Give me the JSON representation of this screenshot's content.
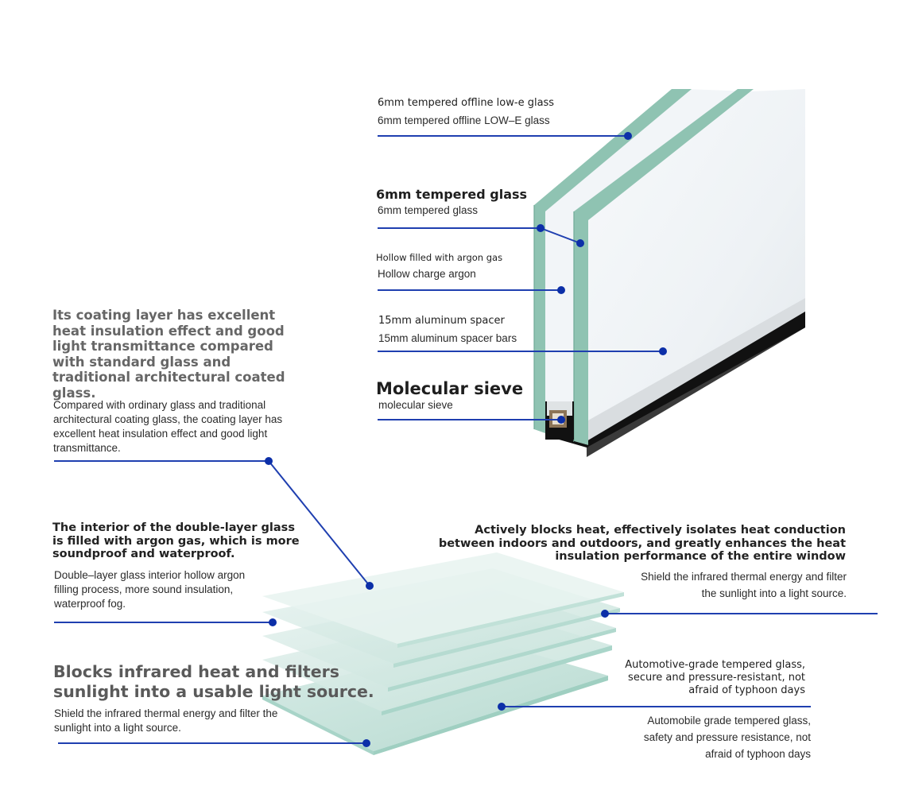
{
  "colors": {
    "leader_line": "#1f3fb0",
    "dot": "#0c2fa8",
    "glass_edge": "#83b9a7",
    "glass_face": "#eef3f7",
    "spacer_dark": "#111111",
    "sieve": "#8c7457",
    "heading_grey": "#666666"
  },
  "labels": {
    "lowe": {
      "line1": "6mm tempered offline low-e glass",
      "line2": "6mm tempered offline LOW–E glass"
    },
    "tempered": {
      "title": "6mm tempered glass",
      "sub": "6mm tempered glass"
    },
    "argon_gas": {
      "line1": "Hollow filled with argon gas",
      "line2": "Hollow charge argon"
    },
    "spacer": {
      "line1": "15mm aluminum spacer",
      "line2": "15mm aluminum spacer bars"
    },
    "sieve": {
      "title": "Molecular sieve",
      "sub": "molecular sieve"
    }
  },
  "features": {
    "coating": {
      "heading": "Its coating layer has excellent heat insulation effect and good light transmittance compared with standard glass and traditional architectural coated glass.",
      "body": "Compared with ordinary glass and traditional architectural coating glass, the coating layer has excellent heat insulation effect and good light transmittance."
    },
    "argon": {
      "heading": "The interior of the double-layer glass is filled with argon gas, which is more soundproof and waterproof.",
      "body": "Double–layer glass interior hollow argon filling process, more sound insulation, waterproof fog."
    },
    "infrared": {
      "heading": "Blocks infrared heat and filters sunlight into a usable light source.",
      "body": "Shield the infrared thermal energy and filter the sunlight into a light source."
    },
    "heat_block": {
      "heading": "Actively blocks heat, effectively isolates heat conduction between indoors and outdoors, and greatly enhances the heat insulation performance of the entire window",
      "body": "Shield the infrared thermal energy and filter the sunlight into a light source."
    },
    "automotive": {
      "heading": "Automotive-grade tempered glass, secure and pressure-resistant, not afraid of typhoon days",
      "body": "Automobile grade tempered glass, safety and pressure resistance, not afraid of typhoon days"
    }
  }
}
